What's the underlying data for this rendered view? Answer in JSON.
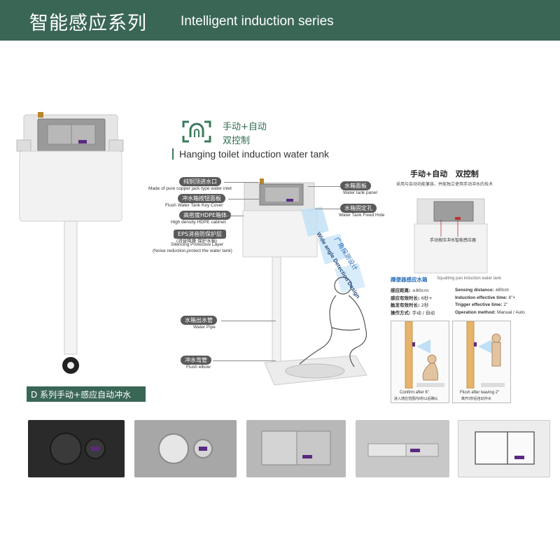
{
  "header": {
    "title_cn": "智能感应系列",
    "title_en": "Intelligent induction series"
  },
  "left_caption": "D 系列手动+感应自动冲水",
  "center": {
    "mode_cn_1": "手动+自动",
    "mode_cn_2": "双控制",
    "subtitle": "Hanging toilet induction water tank",
    "labels": [
      {
        "cn": "纯铜顶进水口",
        "en": "Made of pure copper jack type water inlet"
      },
      {
        "cn": "冲水箱按钮面板",
        "en": "Flush Water Tank Key Cover"
      },
      {
        "cn": "高密度HDPE箱体",
        "en": "High density HDPE cabinet"
      },
      {
        "cn": "EPS消音防保护层",
        "cn2": "(消音降噪 保护水箱)",
        "en": "Silencing Protective Layer",
        "en2": "(Noise reduction,protect the water tank)"
      },
      {
        "cn": "水箱出水管",
        "en": "Water Pipe"
      },
      {
        "cn": "冲水弯管",
        "en": "Flush  elbow"
      }
    ],
    "right_labels": [
      {
        "cn": "水箱面板",
        "en": "Water tank panel"
      },
      {
        "cn": "水箱固定孔",
        "en": "Water Tank Fixed Hole"
      }
    ],
    "wide_angle_cn": "广角探测设计",
    "wide_angle_en": "Wide angle Detection Design"
  },
  "right": {
    "title": "手动+自动   双控制",
    "desc": "采用与自动功能兼容，并能独立使用手动冲水的技术",
    "btn_label_1": "手动按压冲水",
    "btn_label_2": "智能感应器",
    "section_cn": "蹲便器感应水箱",
    "section_en": "Squatting pan induction water tank",
    "specs_cn": [
      {
        "k": "感应距离:",
        "v": "±80cm"
      },
      {
        "k": "感应有效时长:",
        "v": "6秒+"
      },
      {
        "k": "触发有效时长:",
        "v": "2秒"
      },
      {
        "k": "操作方式:",
        "v": "手动 / 自动"
      }
    ],
    "specs_en": [
      {
        "k": "Sensing distance:",
        "v": "±80cm"
      },
      {
        "k": "Induction effective time:",
        "v": "6\"+"
      },
      {
        "k": "Trigger effective time:",
        "v": "2\""
      },
      {
        "k": "Operation method:",
        "v": "Manual / Auto"
      }
    ],
    "fig1_en": "Confirm after 6\"",
    "fig1_cn": "进入感应范围内6秒以后确认",
    "fig2_en": "Flush after leaving 2\"",
    "fig2_cn": "离开2秒后自动冲水"
  },
  "colors": {
    "header_bg": "#3a6656",
    "green_accent": "#3a7a5a",
    "sensor": "#5a2a80"
  }
}
